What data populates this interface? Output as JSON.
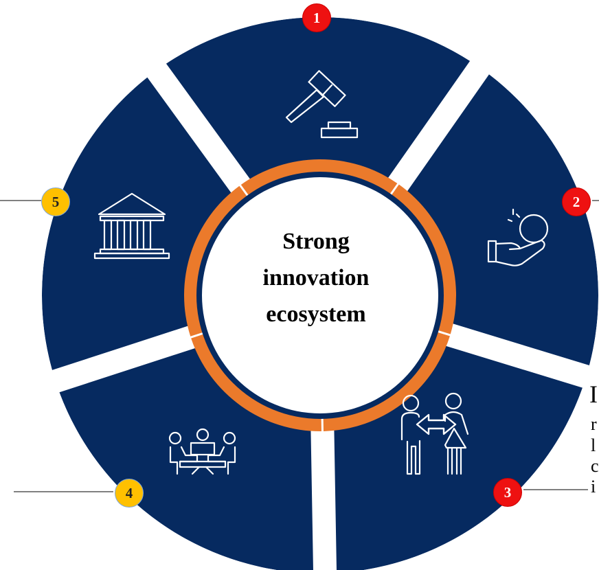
{
  "diagram": {
    "center_lines": [
      "Strong",
      "innovation",
      "ecosystem"
    ],
    "colors": {
      "segment": "#062a60",
      "ring": "#eb7a2b",
      "badge_red": "#ee1111",
      "badge_yellow": "#ffc000",
      "background": "#ffffff"
    },
    "segments": [
      {
        "number": "1",
        "icon": "gavel-icon",
        "badge_color": "red"
      },
      {
        "number": "2",
        "icon": "hand-dollar-icon",
        "badge_color": "red"
      },
      {
        "number": "3",
        "icon": "exchange-people-icon",
        "badge_color": "red"
      },
      {
        "number": "4",
        "icon": "meeting-table-icon",
        "badge_color": "yellow"
      },
      {
        "number": "5",
        "icon": "bank-building-icon",
        "badge_color": "yellow"
      }
    ],
    "clipped_text_fragments": [
      "I",
      "r",
      "l",
      "c",
      "i"
    ]
  }
}
